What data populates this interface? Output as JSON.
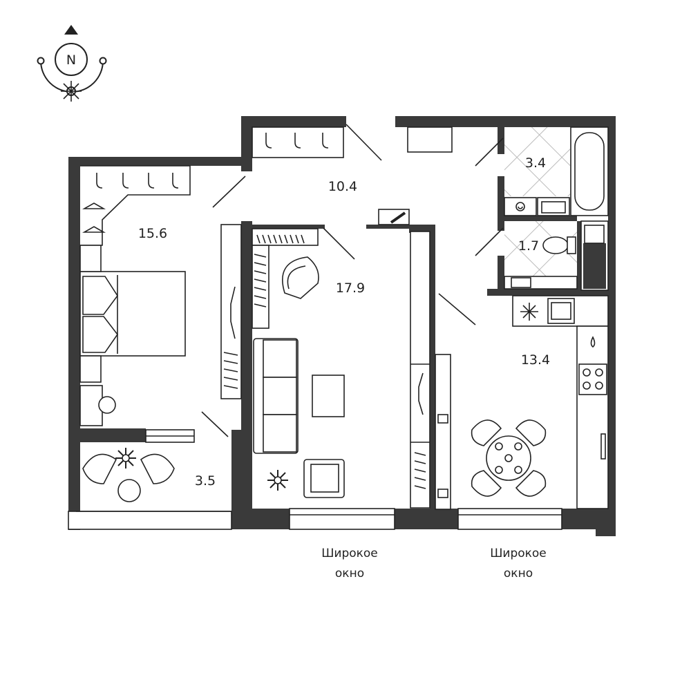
{
  "compass": {
    "label": "N"
  },
  "rooms": [
    {
      "id": "hall",
      "area": "10.4"
    },
    {
      "id": "bedroom",
      "area": "15.6"
    },
    {
      "id": "living",
      "area": "17.9"
    },
    {
      "id": "bath",
      "area": "3.4"
    },
    {
      "id": "wc",
      "area": "1.7"
    },
    {
      "id": "kitchen",
      "area": "13.4"
    },
    {
      "id": "balcony",
      "area": "3.5"
    }
  ],
  "window_notes": [
    {
      "line1": "Широкое",
      "line2": "окно"
    },
    {
      "line1": "Широкое",
      "line2": "окно"
    }
  ]
}
